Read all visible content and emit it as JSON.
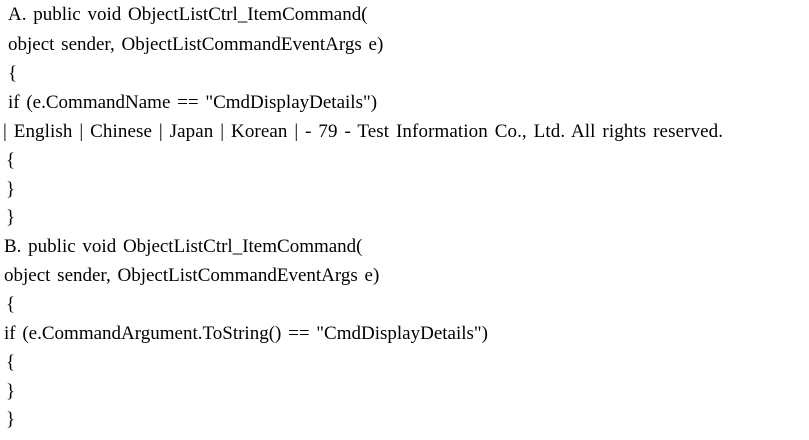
{
  "document": {
    "lines": [
      "A. public void ObjectListCtrl_ItemCommand(",
      "object sender, ObjectListCommandEventArgs e)",
      "{",
      "if (e.CommandName == \"CmdDisplayDetails\")",
      "| English | Chinese | Japan | Korean | - 79 - Test Information Co., Ltd. All rights reserved.",
      "{",
      "}",
      "}",
      "B. public void ObjectListCtrl_ItemCommand(",
      "object sender, ObjectListCommandEventArgs e)",
      "{",
      "if (e.CommandArgument.ToString() == \"CmdDisplayDetails\")",
      "{",
      "}",
      "}"
    ]
  }
}
